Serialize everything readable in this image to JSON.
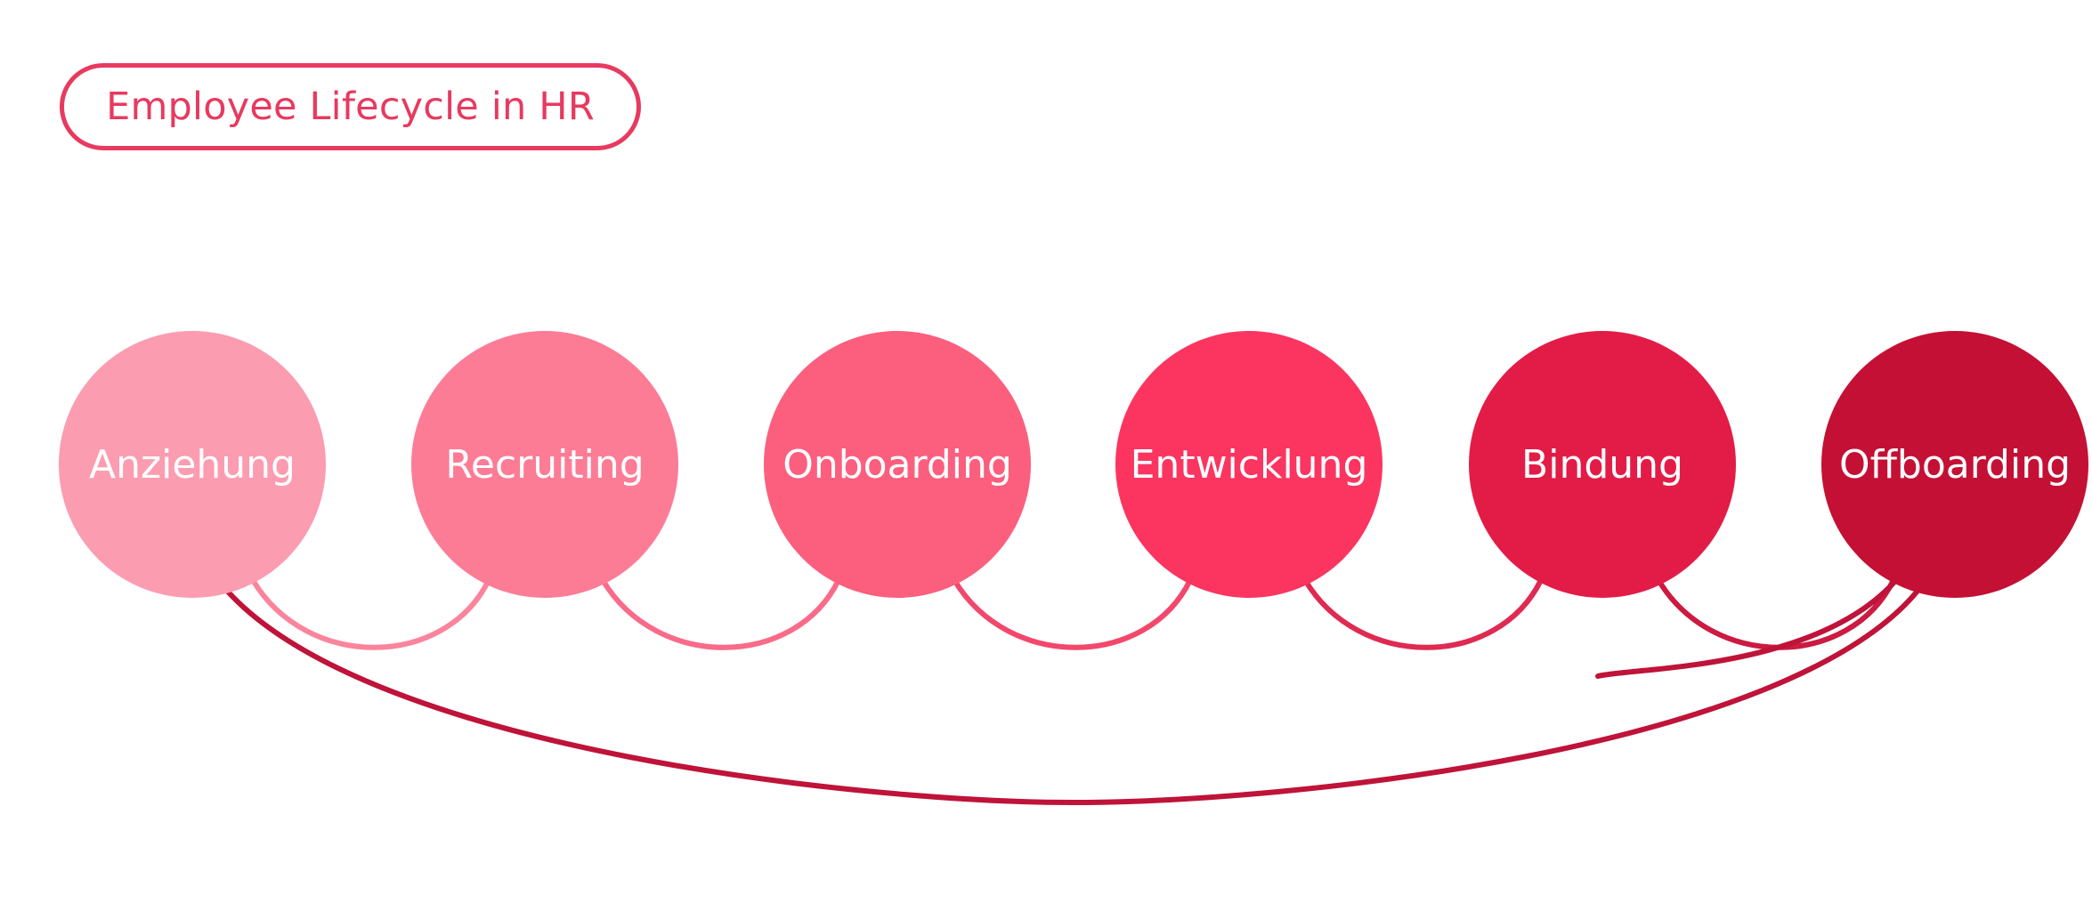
{
  "title": "Employee Lifecycle in HR",
  "colors": {
    "accent": "#e8395f",
    "return_arc": "#bf1339"
  },
  "stages": [
    {
      "label": "Anziehung",
      "color": "#fb9cb0"
    },
    {
      "label": "Recruiting",
      "color": "#fc7c96"
    },
    {
      "label": "Onboarding",
      "color": "#fc5f7e"
    },
    {
      "label": "Entwicklung",
      "color": "#fb3560"
    },
    {
      "label": "Bindung",
      "color": "#e31c47"
    },
    {
      "label": "Offboarding",
      "color": "#c41034"
    }
  ],
  "connectors": [
    {
      "from": "Anziehung",
      "to": "Recruiting",
      "color": "#fb849c"
    },
    {
      "from": "Recruiting",
      "to": "Onboarding",
      "color": "#f96b88"
    },
    {
      "from": "Onboarding",
      "to": "Entwicklung",
      "color": "#f3476c"
    },
    {
      "from": "Entwicklung",
      "to": "Bindung",
      "color": "#df2a52"
    },
    {
      "from": "Bindung",
      "to": "Offboarding",
      "color": "#cc1a40"
    },
    {
      "from": "Offboarding",
      "to": "Anziehung",
      "color": "#bf1339"
    }
  ]
}
